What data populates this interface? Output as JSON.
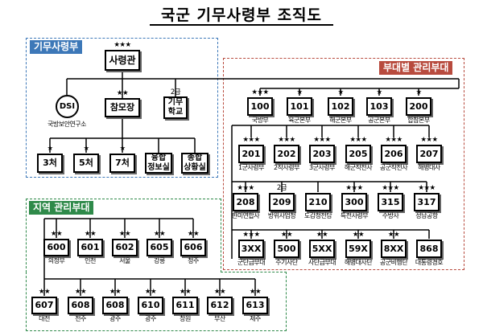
{
  "title": "국군 기무사령부 조직도",
  "colors": {
    "blue": "#3d78b8",
    "red": "#b84b3e",
    "green": "#2f8a4a"
  },
  "regions": {
    "hq": "기무사령부",
    "units": "부대별 관리부대",
    "local": "지역 관리부대"
  },
  "nodes": {
    "commander": {
      "label": "사령관",
      "rank": "★★★"
    },
    "dsi": {
      "label": "DSI",
      "caption": "국방보안연구소"
    },
    "chief_of_staff": {
      "label": "참모장",
      "rank": "★★"
    },
    "school": {
      "label": "기무\n학교",
      "rank": "2급"
    },
    "dept3": {
      "label": "3처",
      "rank": "★"
    },
    "dept5": {
      "label": "5처",
      "rank": "★"
    },
    "dept7": {
      "label": "7처",
      "rank": "★"
    },
    "fusion": {
      "label": "융합\n정보실"
    },
    "situation": {
      "label": "종합\n상황실"
    }
  },
  "units_row1": [
    {
      "code": "100",
      "rank": "★★★",
      "caption": "국방부"
    },
    {
      "code": "101",
      "rank": "★",
      "caption": "육군본부"
    },
    {
      "code": "102",
      "rank": "★",
      "caption": "해군본부"
    },
    {
      "code": "103",
      "rank": "★",
      "caption": "공군본부"
    },
    {
      "code": "200",
      "rank": "★",
      "caption": "합참본부"
    }
  ],
  "units_row2": [
    {
      "code": "201",
      "rank": "★★★",
      "caption": "1군사령부"
    },
    {
      "code": "202",
      "rank": "★★★",
      "caption": "2작사령부"
    },
    {
      "code": "203",
      "rank": "★★★",
      "caption": "3군사령부"
    },
    {
      "code": "205",
      "rank": "★★★",
      "caption": "해군작전사"
    },
    {
      "code": "206",
      "rank": "★★★",
      "caption": "공군작전사"
    },
    {
      "code": "207",
      "rank": "★★★",
      "caption": "해병대사"
    }
  ],
  "units_row3": [
    {
      "code": "208",
      "rank": "★★★",
      "caption": "한미연합사"
    },
    {
      "code": "209",
      "rank": "2급",
      "caption": "방위사업청"
    },
    {
      "code": "210",
      "rank": "",
      "caption": "도감청전담"
    },
    {
      "code": "300",
      "rank": "★★★",
      "caption": "특전사령부"
    },
    {
      "code": "315",
      "rank": "★★★",
      "caption": "수방사"
    },
    {
      "code": "317",
      "rank": "★★★",
      "caption": "성남공항"
    }
  ],
  "units_row4": [
    {
      "code": "3XX",
      "rank": "★★★",
      "caption": "군단급부대"
    },
    {
      "code": "500",
      "rank": "★★",
      "caption": "수기사단"
    },
    {
      "code": "5XX",
      "rank": "★★",
      "caption": "사단급부대"
    },
    {
      "code": "59X",
      "rank": "★★",
      "caption": "해병대사단"
    },
    {
      "code": "8XX",
      "rank": "★★",
      "caption": "공군비행단"
    },
    {
      "code": "868",
      "rank": "",
      "caption": "대통령경호"
    }
  ],
  "local_row1": [
    {
      "code": "600",
      "rank": "★★",
      "caption": "의정부"
    },
    {
      "code": "601",
      "rank": "★★",
      "caption": "인천"
    },
    {
      "code": "602",
      "rank": "★★",
      "caption": "서울"
    },
    {
      "code": "605",
      "rank": "★★",
      "caption": "강릉"
    },
    {
      "code": "606",
      "rank": "★★",
      "caption": "청주"
    }
  ],
  "local_row2": [
    {
      "code": "607",
      "rank": "★★",
      "caption": "대전"
    },
    {
      "code": "608",
      "rank": "★★",
      "caption": "전주"
    },
    {
      "code": "608",
      "rank": "★★",
      "caption": "광주"
    },
    {
      "code": "610",
      "rank": "★★",
      "caption": "광주"
    },
    {
      "code": "611",
      "rank": "★★",
      "caption": "창원"
    },
    {
      "code": "612",
      "rank": "★★",
      "caption": "부산"
    },
    {
      "code": "613",
      "rank": "★★",
      "caption": "제주"
    }
  ]
}
